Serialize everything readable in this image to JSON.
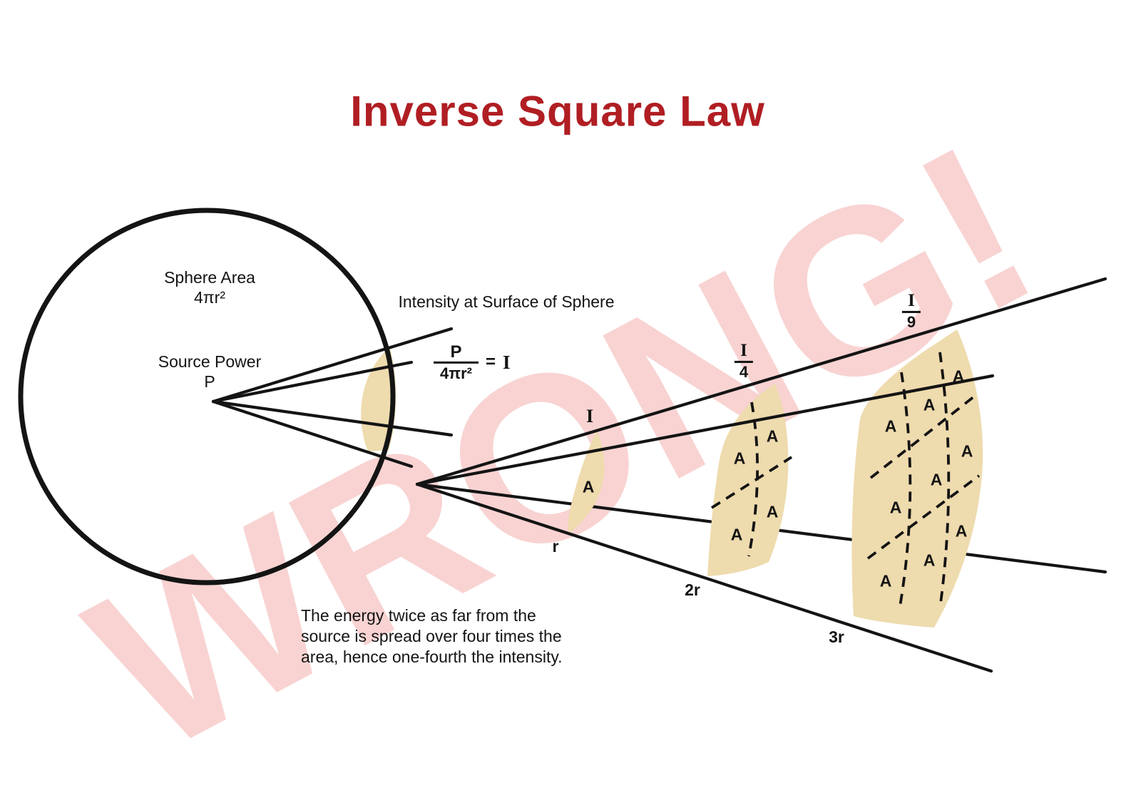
{
  "title": "Inverse Square Law",
  "watermark": "WRONG!",
  "sphere": {
    "area_label": "Sphere Area",
    "area_formula": "4πr²",
    "source_label": "Source Power",
    "source_symbol": "P"
  },
  "intensity_heading": "Intensity at Surface of Sphere",
  "formula": {
    "numerator": "P",
    "denominator": "4πr²",
    "equals": "=",
    "result": "I"
  },
  "intensity": {
    "r": "I",
    "r2_num": "I",
    "r2_den": "4",
    "r3_num": "I",
    "r3_den": "9"
  },
  "radii": {
    "r": "r",
    "r2": "2r",
    "r3": "3r"
  },
  "area_unit": "A",
  "caption": {
    "line1": "The energy twice as far from the",
    "line2": "source is spread over four times the",
    "line3": "area, hence one-fourth the intensity."
  },
  "colors": {
    "title-red": "#b01e23",
    "watermark-pink": "#f8d3d2",
    "patch-tan": "#eedbae",
    "ink": "#141414"
  }
}
